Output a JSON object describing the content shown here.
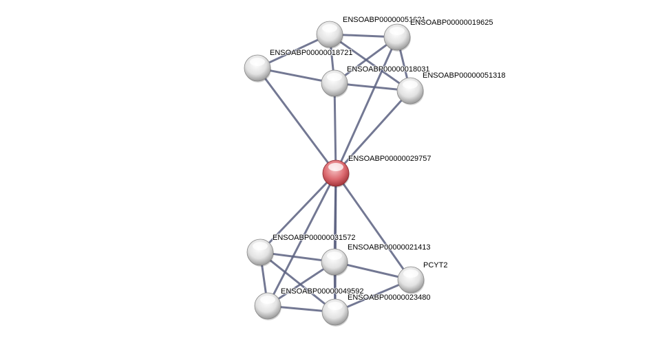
{
  "network": {
    "nodes": [
      {
        "id": "n1",
        "label": "ENSOABP00000051621",
        "query": false
      },
      {
        "id": "n2",
        "label": "ENSOABP00000019625",
        "query": false
      },
      {
        "id": "n3",
        "label": "ENSOABP00000018721",
        "query": false
      },
      {
        "id": "n4",
        "label": "ENSOABP00000018031",
        "query": false
      },
      {
        "id": "n5",
        "label": "ENSOABP00000051318",
        "query": false
      },
      {
        "id": "n6",
        "label": "ENSOABP00000029757",
        "query": true
      },
      {
        "id": "n7",
        "label": "ENSOABP00000031572",
        "query": false
      },
      {
        "id": "n8",
        "label": "ENSOABP00000021413",
        "query": false
      },
      {
        "id": "n9",
        "label": "PCYT2",
        "query": false
      },
      {
        "id": "n10",
        "label": "ENSOABP00000049592",
        "query": false
      },
      {
        "id": "n11",
        "label": "ENSOABP00000023480",
        "query": false
      }
    ],
    "edges": [
      [
        "n1",
        "n2"
      ],
      [
        "n1",
        "n3"
      ],
      [
        "n1",
        "n4"
      ],
      [
        "n1",
        "n5"
      ],
      [
        "n2",
        "n4"
      ],
      [
        "n2",
        "n5"
      ],
      [
        "n2",
        "n6"
      ],
      [
        "n3",
        "n4"
      ],
      [
        "n3",
        "n6"
      ],
      [
        "n4",
        "n5"
      ],
      [
        "n4",
        "n6"
      ],
      [
        "n5",
        "n6"
      ],
      [
        "n6",
        "n7"
      ],
      [
        "n6",
        "n8"
      ],
      [
        "n6",
        "n9"
      ],
      [
        "n6",
        "n10"
      ],
      [
        "n6",
        "n11"
      ],
      [
        "n7",
        "n8"
      ],
      [
        "n7",
        "n10"
      ],
      [
        "n7",
        "n11"
      ],
      [
        "n8",
        "n9"
      ],
      [
        "n8",
        "n10"
      ],
      [
        "n8",
        "n11"
      ],
      [
        "n9",
        "n11"
      ],
      [
        "n10",
        "n11"
      ]
    ],
    "colors": {
      "query_node": "#d9636b",
      "node": "#e8e8e8",
      "edge": "#5a6080"
    }
  }
}
